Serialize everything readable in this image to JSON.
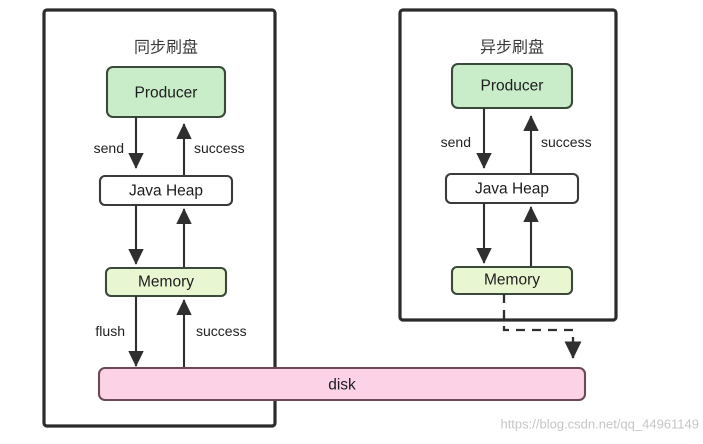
{
  "diagram": {
    "title_left": "同步刷盘",
    "title_right": "异步刷盘",
    "panels": [
      {
        "id": "sync",
        "title": "同步刷盘",
        "nodes": [
          {
            "id": "producer",
            "label": "Producer",
            "style": "producer"
          },
          {
            "id": "heap",
            "label": "Java Heap",
            "style": "heap"
          },
          {
            "id": "memory",
            "label": "Memory",
            "style": "memory"
          }
        ],
        "edges": [
          {
            "from": "producer",
            "to": "heap",
            "label": "send",
            "dir": "down",
            "style": "solid"
          },
          {
            "from": "heap",
            "to": "producer",
            "label": "success",
            "dir": "up",
            "style": "solid"
          },
          {
            "from": "heap",
            "to": "memory",
            "label": "",
            "dir": "down",
            "style": "solid"
          },
          {
            "from": "memory",
            "to": "heap",
            "label": "",
            "dir": "up",
            "style": "solid"
          },
          {
            "from": "memory",
            "to": "disk",
            "label": "flush",
            "dir": "down",
            "style": "solid"
          },
          {
            "from": "disk",
            "to": "memory",
            "label": "success",
            "dir": "up",
            "style": "solid"
          }
        ]
      },
      {
        "id": "async",
        "title": "异步刷盘",
        "nodes": [
          {
            "id": "producer",
            "label": "Producer",
            "style": "producer"
          },
          {
            "id": "heap",
            "label": "Java Heap",
            "style": "heap"
          },
          {
            "id": "memory",
            "label": "Memory",
            "style": "memory"
          }
        ],
        "edges": [
          {
            "from": "producer",
            "to": "heap",
            "label": "send",
            "dir": "down",
            "style": "solid"
          },
          {
            "from": "heap",
            "to": "producer",
            "label": "success",
            "dir": "up",
            "style": "solid"
          },
          {
            "from": "heap",
            "to": "memory",
            "label": "",
            "dir": "down",
            "style": "solid"
          },
          {
            "from": "memory",
            "to": "heap",
            "label": "",
            "dir": "up",
            "style": "solid"
          },
          {
            "from": "memory",
            "to": "disk",
            "label": "",
            "dir": "down",
            "style": "dashed"
          }
        ]
      }
    ],
    "shared_node": {
      "id": "disk",
      "label": "disk",
      "style": "disk"
    },
    "labels": {
      "producer": "Producer",
      "java_heap": "Java Heap",
      "memory": "Memory",
      "disk": "disk",
      "send": "send",
      "success": "success",
      "flush": "flush"
    },
    "watermark": "https://blog.csdn.net/qq_44961149",
    "colors": {
      "producer_fill": "#c9edc9",
      "memory_fill": "#e9f6d2",
      "heap_fill": "#ffffff",
      "disk_fill": "#fbd2e6",
      "node_stroke": "#3a4a3a",
      "disk_stroke": "#6b4a57",
      "panel_stroke": "#2b2b2b",
      "edge_stroke": "#2f2f2f",
      "background": "#ffffff",
      "watermark_color": "#c6c6c6"
    }
  }
}
